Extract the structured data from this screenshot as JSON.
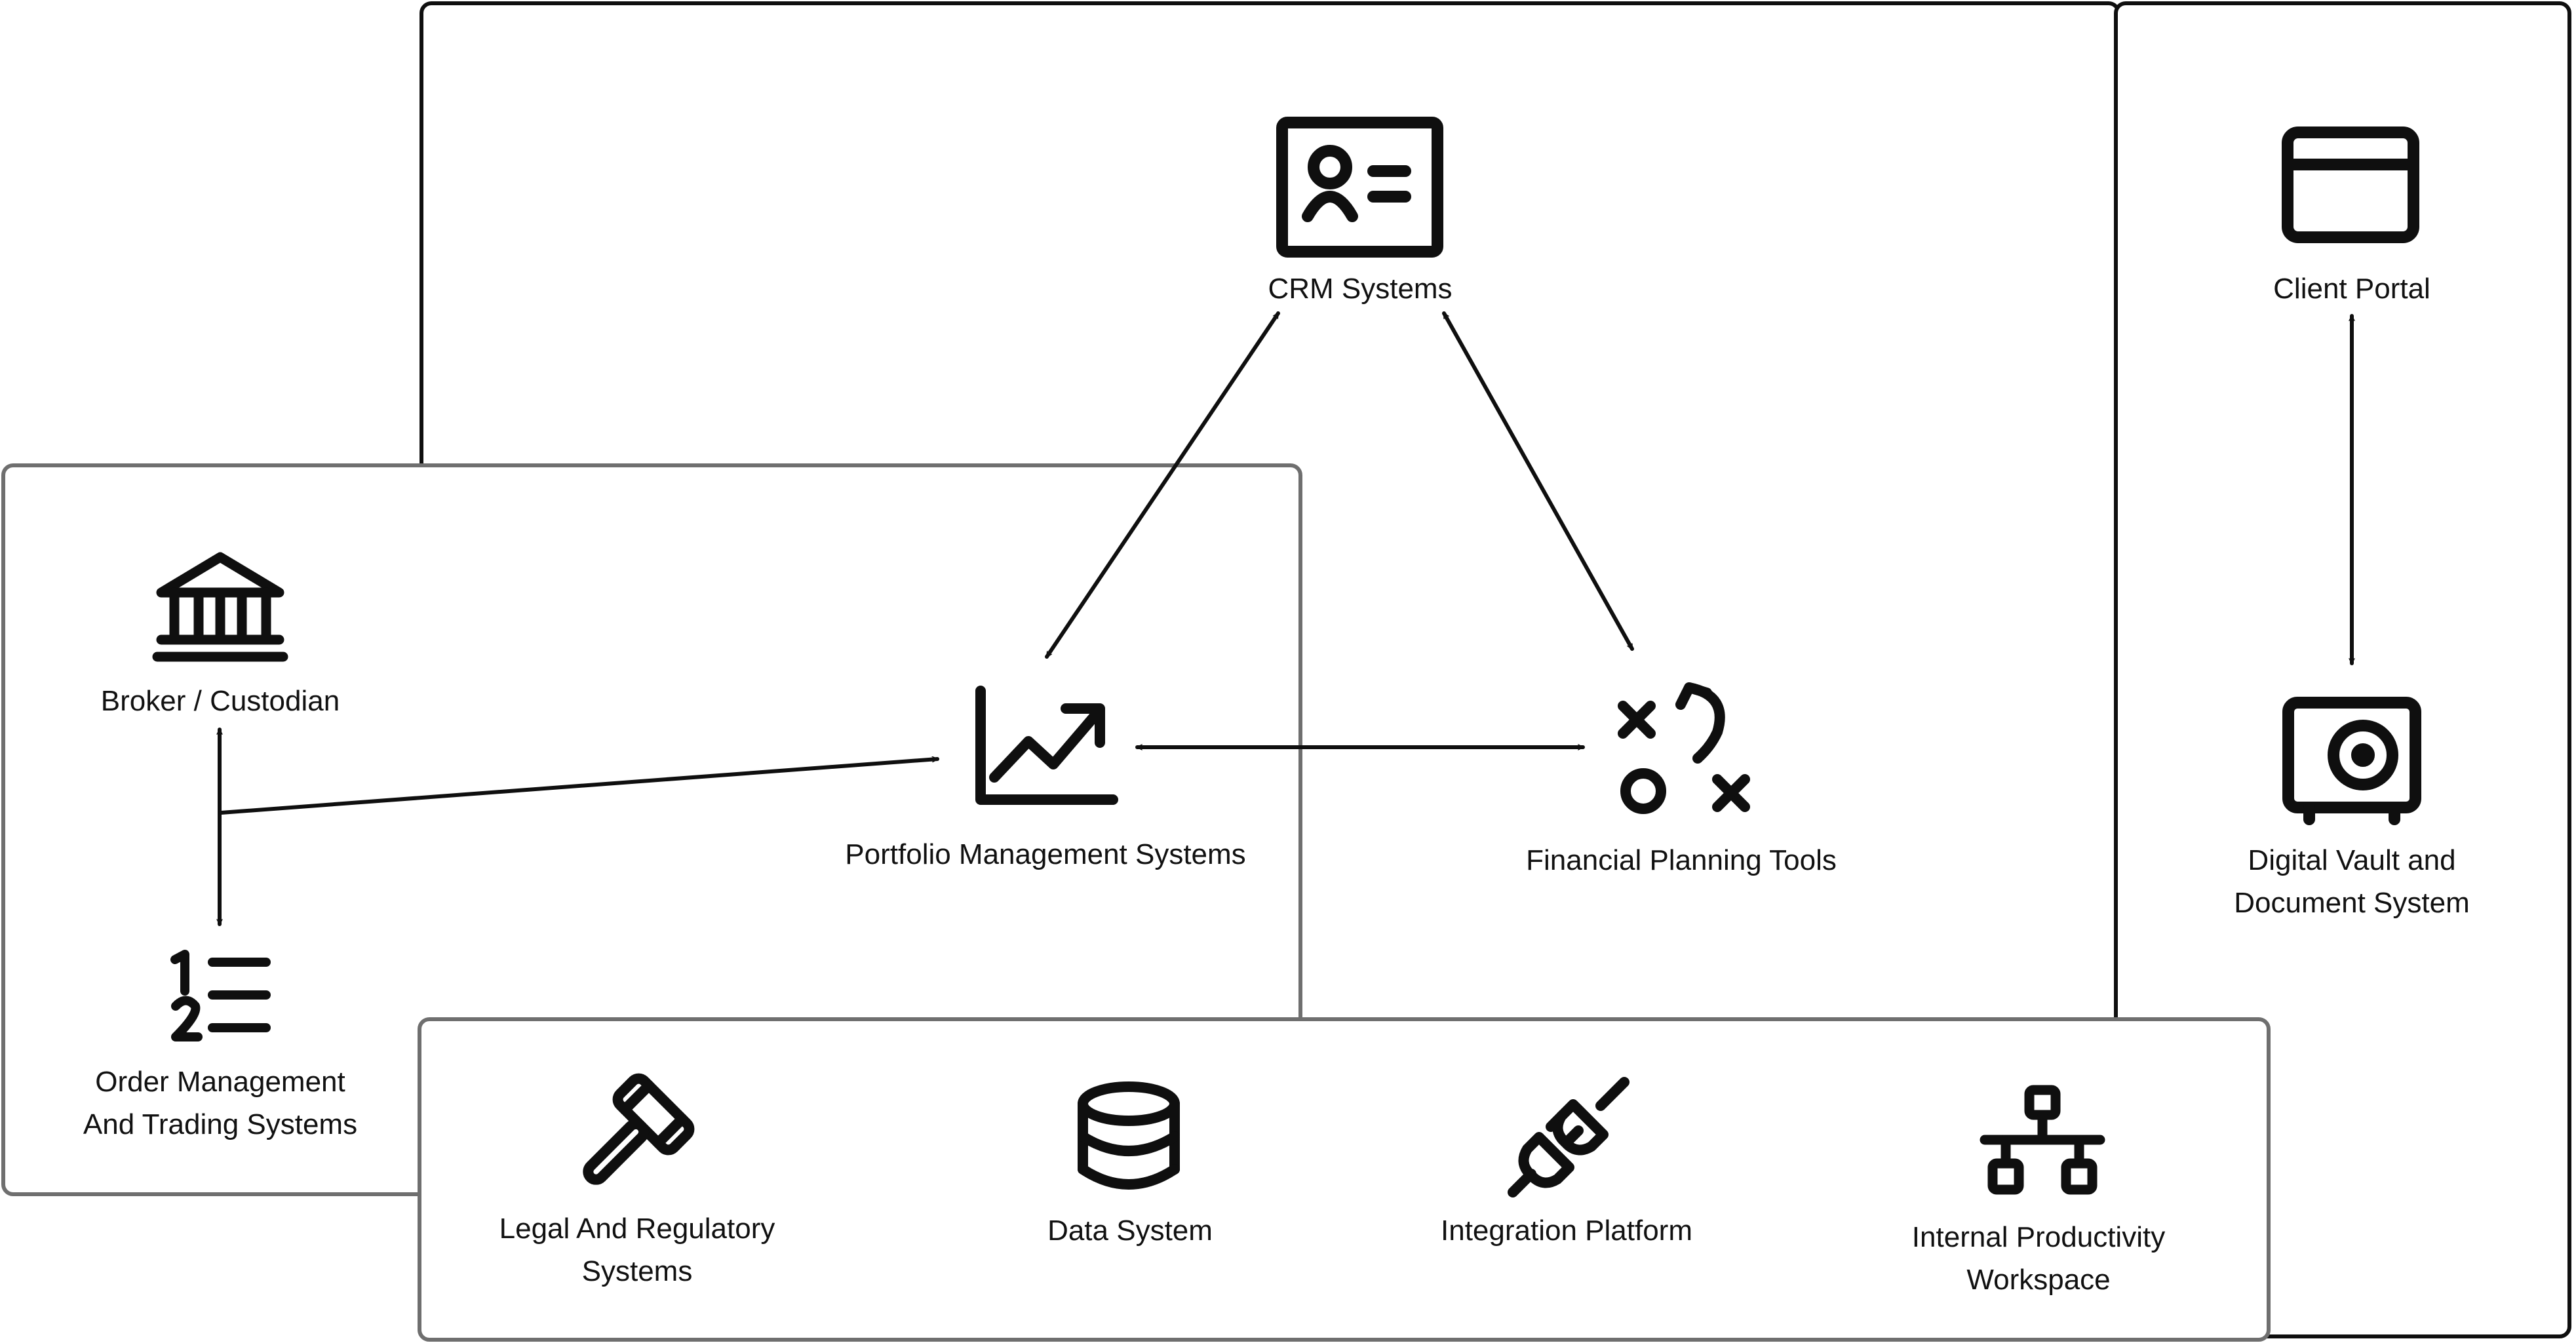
{
  "nodes": {
    "crm": {
      "label": "CRM Systems",
      "icon": "contact-card-icon"
    },
    "portfolio": {
      "label": "Portfolio Management Systems",
      "icon": "trend-chart-icon"
    },
    "planning": {
      "label": "Financial Planning Tools",
      "icon": "strategy-play-icon"
    },
    "broker": {
      "label": "Broker / Custodian",
      "icon": "bank-icon"
    },
    "order": {
      "line1": "Order Management",
      "line2": "And Trading Systems",
      "icon": "numbered-list-icon"
    },
    "client_portal": {
      "label": "Client Portal",
      "icon": "browser-window-icon"
    },
    "vault": {
      "line1": "Digital Vault and",
      "line2": "Document System",
      "icon": "safe-icon"
    },
    "legal": {
      "line1": "Legal And Regulatory",
      "line2": "Systems",
      "icon": "gavel-icon"
    },
    "data": {
      "label": "Data System",
      "icon": "database-icon"
    },
    "integration": {
      "label": "Integration Platform",
      "icon": "plug-icon"
    },
    "productivity": {
      "line1": "Internal Productivity",
      "line2": "Workspace",
      "icon": "network-hierarchy-icon"
    }
  },
  "connections": [
    {
      "from": "crm",
      "to": "portfolio",
      "direction": "bidirectional"
    },
    {
      "from": "crm",
      "to": "planning",
      "direction": "bidirectional"
    },
    {
      "from": "portfolio",
      "to": "planning",
      "direction": "bidirectional"
    },
    {
      "from": "broker",
      "to": "order",
      "direction": "bidirectional"
    },
    {
      "from": "broker/order",
      "to": "portfolio",
      "direction": "forward"
    },
    {
      "from": "client_portal",
      "to": "vault",
      "direction": "bidirectional"
    }
  ],
  "colors": {
    "stroke": "#0f0f0f",
    "inner_box_stroke": "#6f6f6f",
    "background": "#ffffff",
    "text": "#111111"
  }
}
